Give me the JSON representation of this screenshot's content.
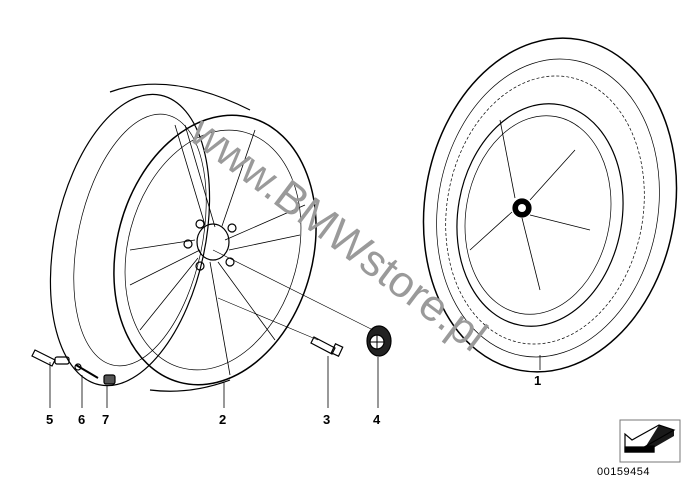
{
  "diagram": {
    "watermark": "www.BMWstore.pl",
    "part_labels": [
      "1",
      "2",
      "3",
      "4",
      "5",
      "6",
      "7"
    ],
    "reference_number": "00159454",
    "icons": [
      "wheel-rim",
      "tire-with-wheel",
      "wheel-bolt",
      "hub-cap",
      "valve",
      "valve-core",
      "valve-cap",
      "arrow-icon"
    ]
  }
}
